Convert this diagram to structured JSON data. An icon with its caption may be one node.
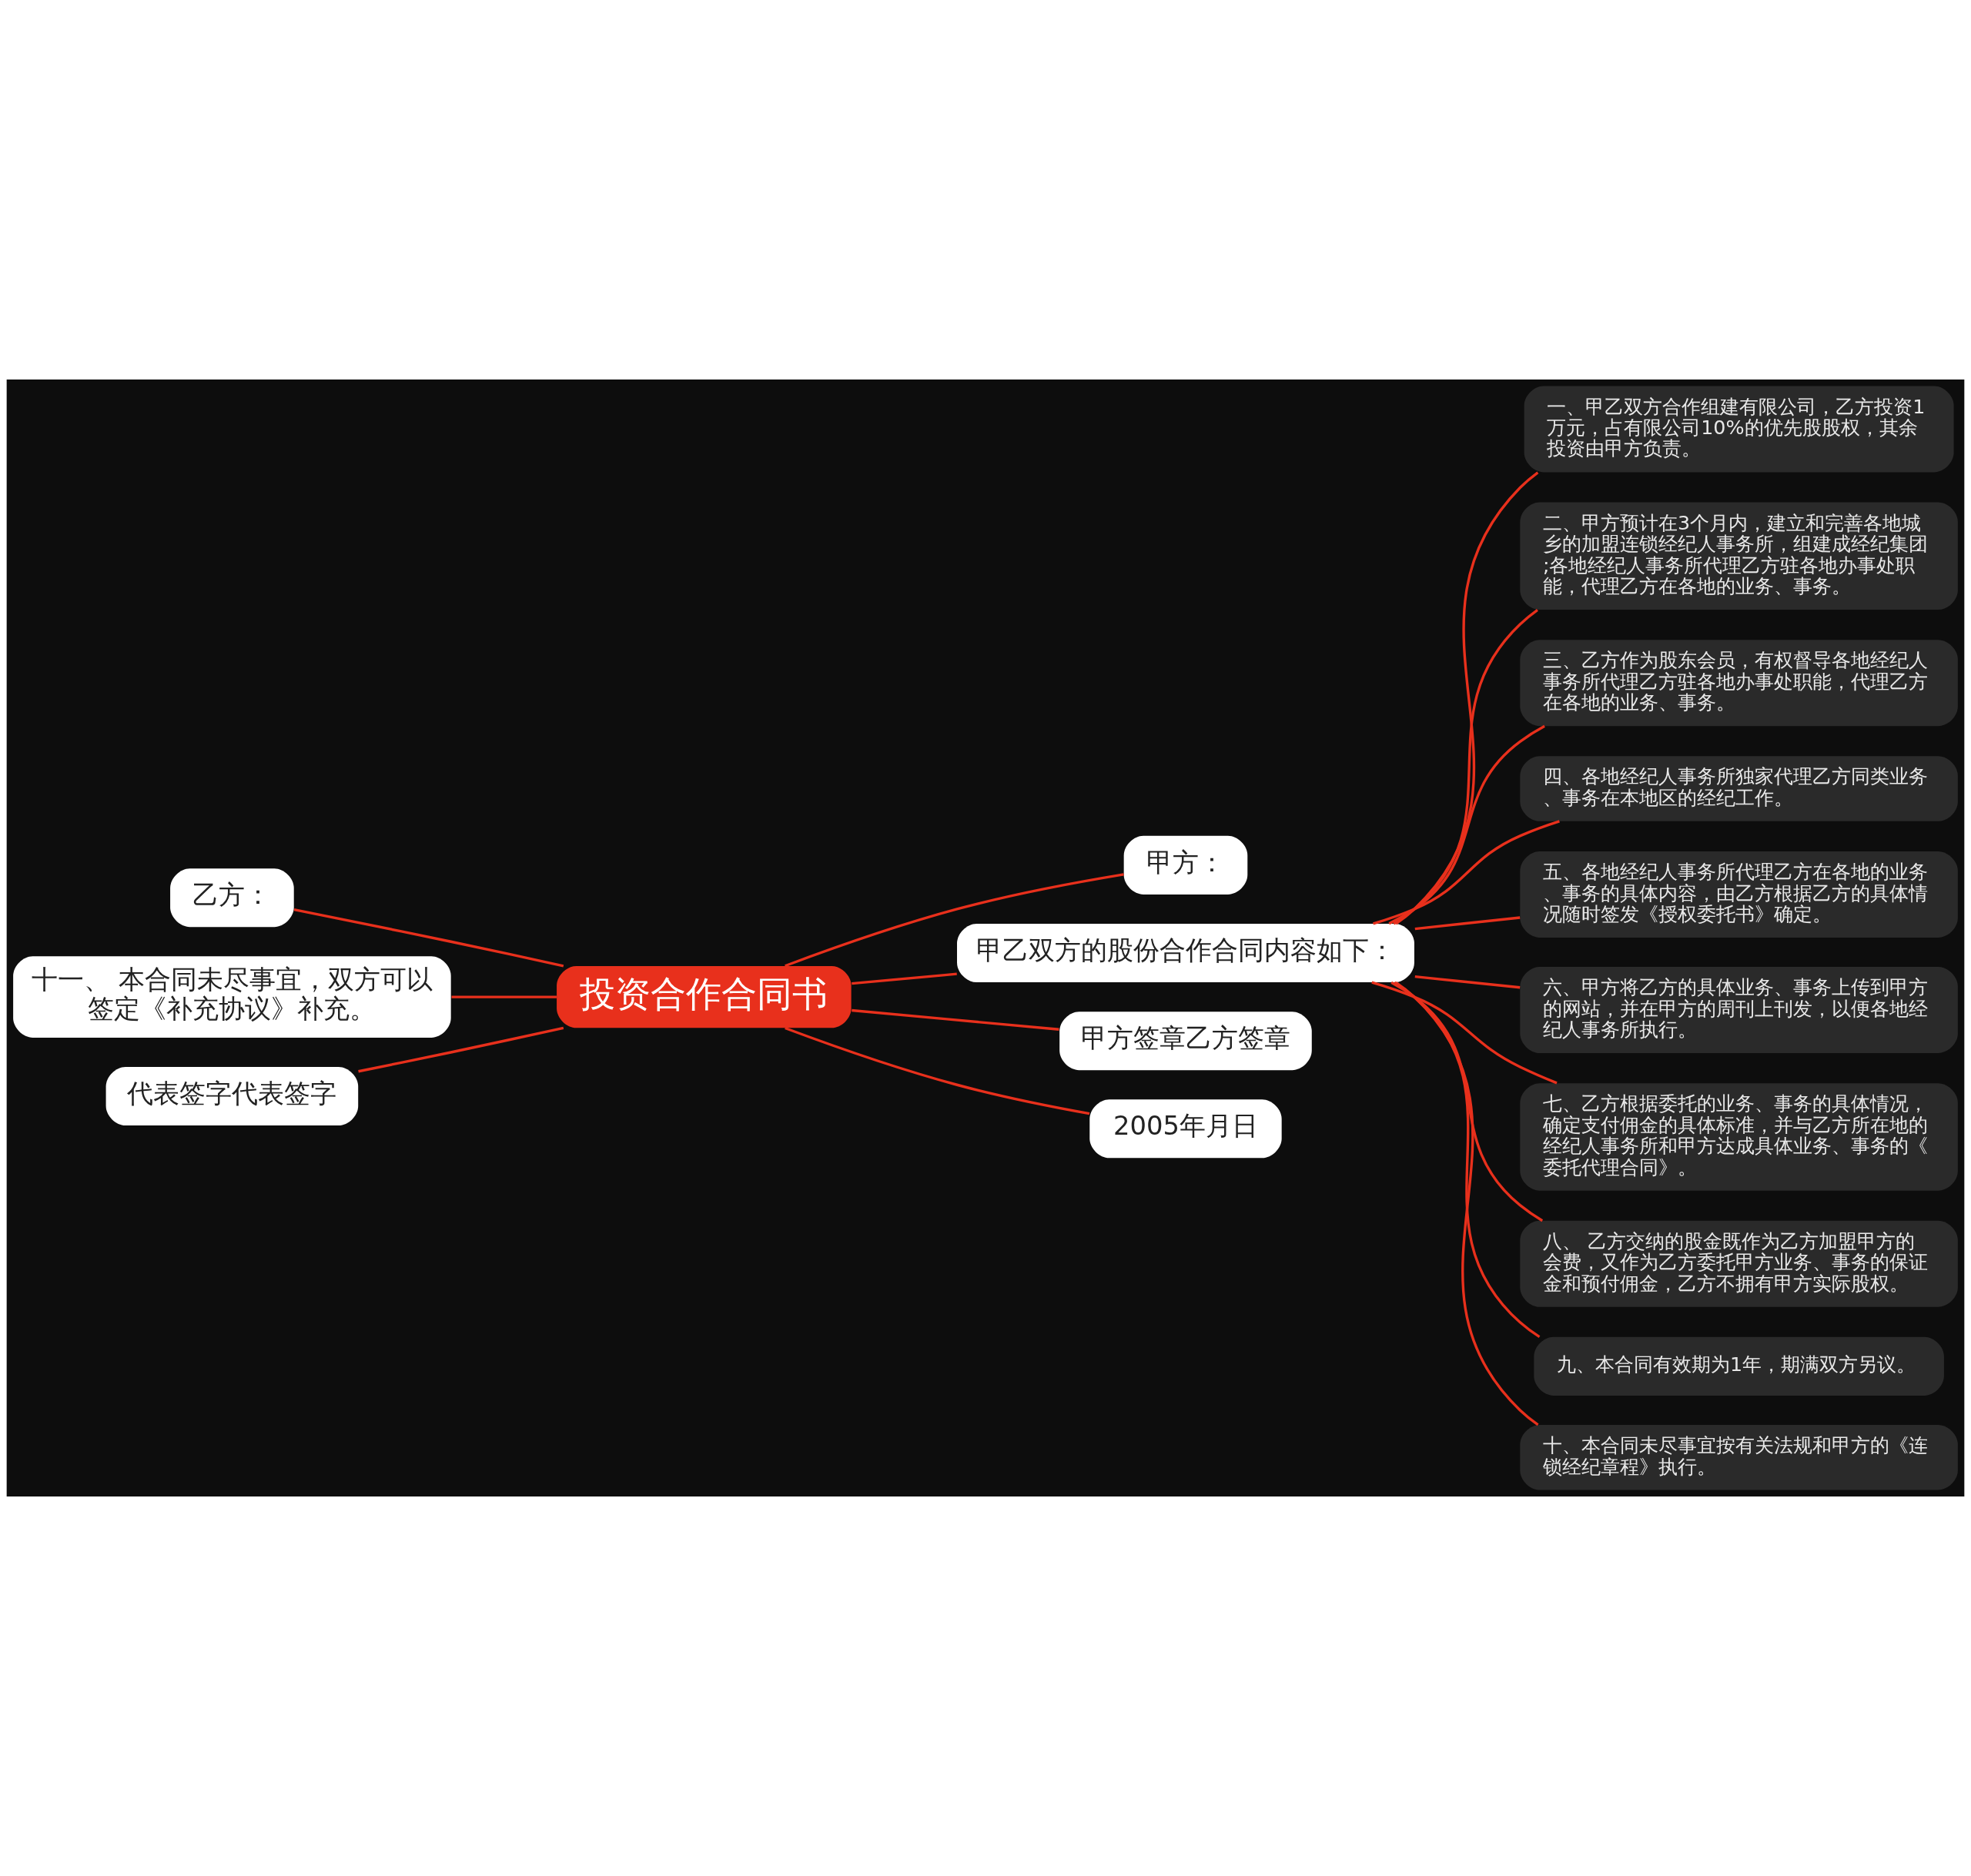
{
  "diagram": {
    "nodes": [
      {
        "text": [
          "投资合作合同书"
        ]
      },
      {
        "text": [
          "甲方："
        ]
      },
      {
        "text": [
          "乙方："
        ]
      },
      {
        "text": [
          "十一、 本合同未尽事宜，双方可以签定《补充协议》补充。"
        ]
      },
      {
        "text": [
          "代表签字代表签字"
        ]
      },
      {
        "text": [
          "甲乙双方的股份合作合同内容如下："
        ]
      },
      {
        "text": [
          "一、甲乙双方合作组建有限公司，乙方投资1万元，占有限公司10%的优先股股权，其余投资由甲方负责。"
        ]
      },
      {
        "text": [
          "二、甲方预计在3个月内，建立和完善各地城乡的加盟连锁经纪人事务所，组建成经纪集团;各地经纪人事务所代理乙方驻各地办事处职能，代理乙方在各地的业务、事务。"
        ]
      },
      {
        "text": [
          "三、乙方作为股东会员，有权督导各地经纪人事务所代理乙方驻各地办事处职能，代理乙方在各地的业务、事务。"
        ]
      },
      {
        "text": [
          "四、各地经纪人事务所独家代理乙方同类业务、事务在本地区的经纪工作。"
        ]
      },
      {
        "text": [
          "五、各地经纪人事务所代理乙方在各地的业务、事务的具体内容，由乙方根据乙方的具体情况随时签发《授权委托书》确定。"
        ]
      },
      {
        "text": [
          "六、甲方将乙方的具体业务、事务上传到甲方的网站，并在甲方的周刊上刊发，以便各地经纪人事务所执行。"
        ]
      },
      {
        "text": [
          "七、乙方根据委托的业务、事务的具体情况，确定支付佣金的具体标准，并与乙方所在地的经纪人事务所和甲方达成具体业务、事务的《委托代理合同》。"
        ]
      },
      {
        "text": [
          "八、 乙方交纳的股金既作为乙方加盟甲方的会费，又作为乙方委托甲方业务、事务的保证金和预付佣金，乙方不拥有甲方实际股权。"
        ]
      },
      {
        "text": [
          "九、本合同有效期为1年，期满双方另议。"
        ]
      },
      {
        "text": [
          "十、本合同未尽事宜按有关法规和甲方的《连锁经纪章程》执行。"
        ]
      },
      {
        "text": [
          "甲方签章乙方签章"
        ]
      },
      {
        "text": [
          "2005年月日"
        ]
      }
    ],
    "edges": [
      {
        "from": 0,
        "to": 1,
        "arrow": "none"
      },
      {
        "from": 2,
        "to": 0,
        "arrow": "none"
      },
      {
        "from": 3,
        "to": 0,
        "arrow": "none"
      },
      {
        "from": 4,
        "to": 0,
        "arrow": "none"
      },
      {
        "from": 0,
        "to": 5,
        "arrow": "none"
      },
      {
        "from": 5,
        "to": 6,
        "arrow": "none"
      },
      {
        "from": 5,
        "to": 7,
        "arrow": "none"
      },
      {
        "from": 5,
        "to": 8,
        "arrow": "none"
      },
      {
        "from": 5,
        "to": 9,
        "arrow": "none"
      },
      {
        "from": 5,
        "to": 10,
        "arrow": "none"
      },
      {
        "from": 5,
        "to": 11,
        "arrow": "none"
      },
      {
        "from": 5,
        "to": 12,
        "arrow": "none"
      },
      {
        "from": 5,
        "to": 13,
        "arrow": "none"
      },
      {
        "from": 5,
        "to": 14,
        "arrow": "none"
      },
      {
        "from": 5,
        "to": 15,
        "arrow": "none"
      },
      {
        "from": 0,
        "to": 16,
        "arrow": "none"
      },
      {
        "from": 0,
        "to": 17,
        "arrow": "none"
      }
    ]
  }
}
